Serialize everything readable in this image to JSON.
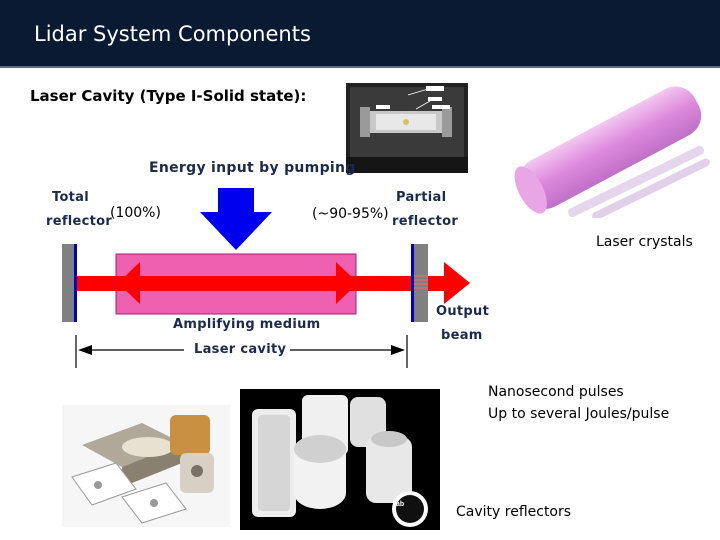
{
  "slide": {
    "title": "Lidar System Components",
    "subtitle": "Laser Cavity (Type I-Solid state):"
  },
  "diagram": {
    "energy_input": "Energy input by pumping",
    "total_reflector_line1": "Total",
    "total_reflector_line2": "reflector",
    "total_reflectivity": "(100%)",
    "partial_reflectivity": "(~90-95%)",
    "partial_reflector_line1": "Partial",
    "partial_reflector_line2": "reflector",
    "amplifying_medium": "Amplifying medium",
    "laser_cavity": "Laser cavity",
    "output_line1": "Output",
    "output_line2": "beam"
  },
  "captions": {
    "laser_crystals": "Laser crystals",
    "pulses_line1": "Nanosecond pulses",
    "pulses_line2": "Up to several Joules/pulse",
    "cavity_reflectors": "Cavity reflectors"
  },
  "photos": {
    "cavity_photo": "laser-cavity-photo",
    "crystals_photo": "laser-crystals-photo",
    "reflectors_photo_1": "metal-reflector-parts-photo",
    "reflectors_photo_2": "ceramic-reflectors-photo",
    "logo_text": "labsphere"
  },
  "colors": {
    "title_bg": "#0a1a33",
    "beam_red": "#ff0000",
    "medium_pink": "#f060b0",
    "pump_blue": "#0000ee",
    "mirror_grey": "#808080"
  }
}
